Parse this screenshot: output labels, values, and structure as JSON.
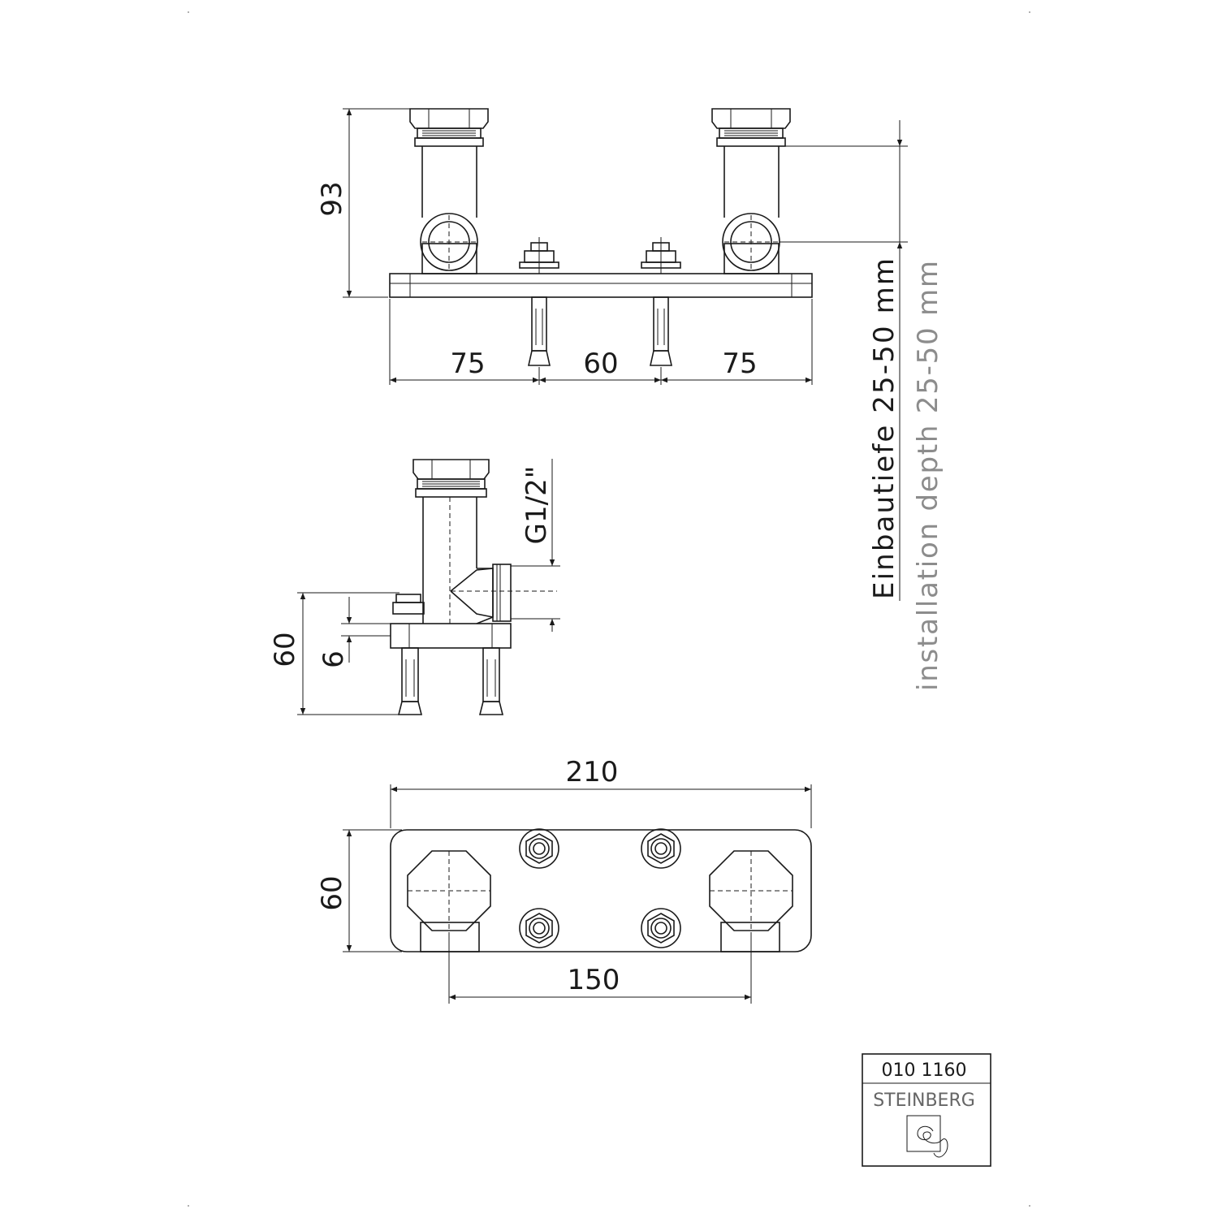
{
  "dimensions": {
    "front_height": "93",
    "front_left": "75",
    "front_middle": "60",
    "front_right": "75",
    "side_thread": "G1/2\"",
    "side_height": "60",
    "side_plate": "6",
    "top_width": "210",
    "top_height": "60",
    "top_spacing": "150"
  },
  "installation": {
    "german": "Einbautiefe 25-50 mm",
    "english": "installation depth 25-50 mm"
  },
  "title_block": {
    "article_number": "010 1160",
    "brand": "STEINBERG",
    "logo_icon": "steinberg-logo-icon"
  }
}
